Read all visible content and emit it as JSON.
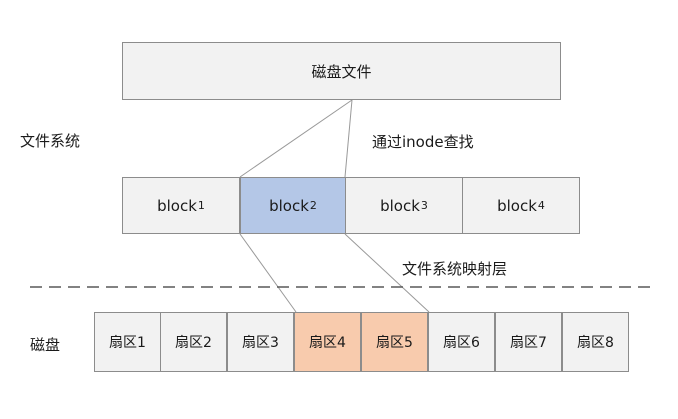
{
  "disk_file": {
    "label": "磁盘文件"
  },
  "labels": {
    "filesystem": "文件系统",
    "inode_lookup": "通过inode查找",
    "mapping_layer": "文件系统映射层",
    "disk": "磁盘"
  },
  "blocks": [
    {
      "base": "block",
      "sub": "1",
      "highlighted": false
    },
    {
      "base": "block",
      "sub": "2",
      "highlighted": true
    },
    {
      "base": "block",
      "sub": "3",
      "highlighted": false
    },
    {
      "base": "block",
      "sub": "4",
      "highlighted": false
    }
  ],
  "sectors": [
    {
      "label": "扇区1",
      "highlighted": false
    },
    {
      "label": "扇区2",
      "highlighted": false
    },
    {
      "label": "扇区3",
      "highlighted": false
    },
    {
      "label": "扇区4",
      "highlighted": true
    },
    {
      "label": "扇区5",
      "highlighted": true
    },
    {
      "label": "扇区6",
      "highlighted": false
    },
    {
      "label": "扇区7",
      "highlighted": false
    },
    {
      "label": "扇区8",
      "highlighted": false
    }
  ],
  "colors": {
    "box_fill": "#f2f2f2",
    "block_highlight": "#b4c7e7",
    "sector_highlight": "#f8cbad",
    "border": "#8c8c8c"
  }
}
